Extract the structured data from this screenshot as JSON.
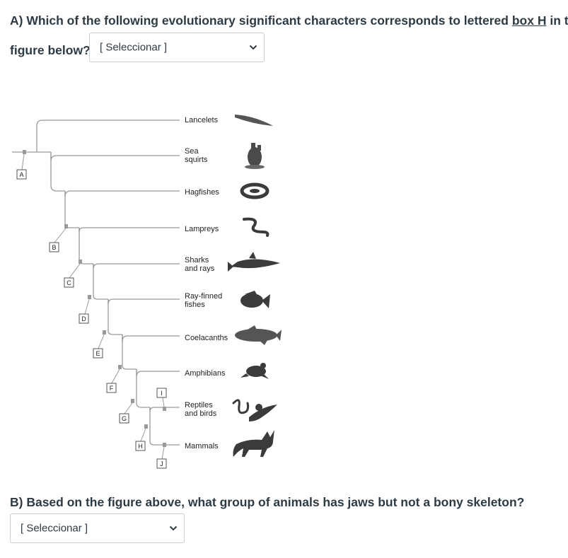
{
  "question_a": {
    "line1": "A) Which of the following evolutionary significant characters corresponds to lettered",
    "underlined": "box H",
    "line1_end": "in the",
    "line2": "figure below?",
    "select_value": "[ Seleccionar ]"
  },
  "figure": {
    "taxa": [
      "Lancelets",
      "Sea squirts",
      "Hagfishes",
      "Lampreys",
      "Sharks and rays",
      "Ray-finned fishes",
      "Coelacanths",
      "Amphibians",
      "Reptiles and birds",
      "Mammals"
    ],
    "box_labels": [
      "A",
      "B",
      "C",
      "D",
      "E",
      "F",
      "G",
      "H",
      "I",
      "J"
    ],
    "animal_icons": [
      "lancelet-icon",
      "sea-squirt-icon",
      "hagfish-icon",
      "lamprey-icon",
      "shark-icon",
      "ray-finned-fish-icon",
      "coelacanth-icon",
      "frog-icon",
      "snake-and-bird-icon",
      "fox-icon"
    ]
  },
  "question_b": {
    "text": "B) Based on the figure above, what group of animals has jaws but not a bony skeleton?",
    "select_value": "[ Seleccionar ]"
  }
}
